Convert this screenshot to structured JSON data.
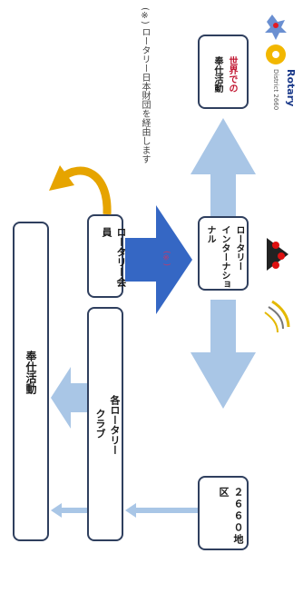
{
  "diagram": {
    "left_column": {
      "service_label": "奉仕活動"
    },
    "clubs_box": {
      "label_line1": "各ロータリー",
      "label_line2": "クラブ"
    },
    "member_box": {
      "label": "ロータリー会員"
    },
    "center_box": {
      "label_line1": "ロータリー",
      "label_line2": "インターナショ",
      "label_line3": "ナル"
    },
    "district_box": {
      "label": "２６６０地区"
    },
    "world_box": {
      "label_line1": "世界での",
      "label_line2": "奉仕活動"
    },
    "arrow_note": "(※)",
    "footnote": "(※) ロータリー日本財団を経由します",
    "logo": {
      "name": "Rotary",
      "subtitle": "District 2660"
    }
  },
  "colors": {
    "box_border": "#2f3f5e",
    "light_arrow": "#a9c6e6",
    "dark_arrow": "#3567c4",
    "gold_arrow": "#e6a400",
    "world_text": "#c0142f"
  }
}
